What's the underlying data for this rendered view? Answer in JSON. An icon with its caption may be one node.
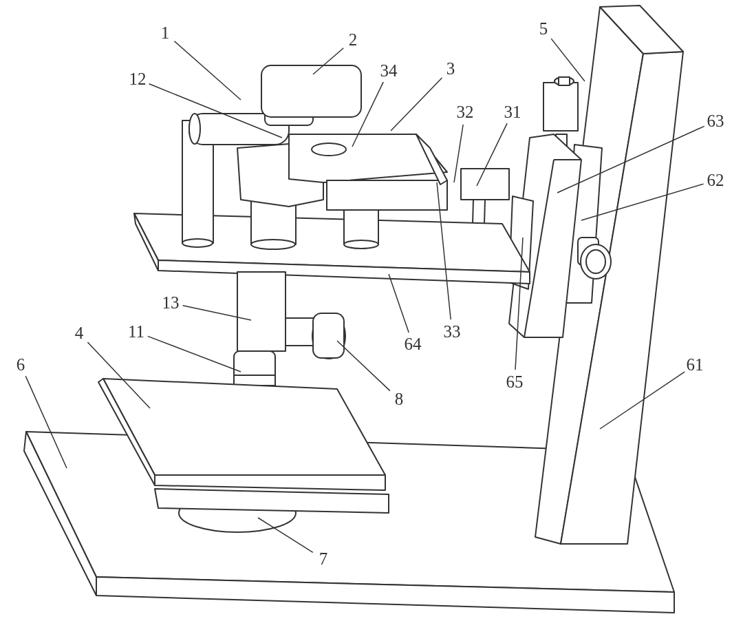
{
  "diagram": {
    "nodes": [
      {
        "text": [
          "5"
        ]
      },
      {
        "text": [
          "1"
        ]
      },
      {
        "text": [
          "2"
        ]
      },
      {
        "text": [
          "3"
        ]
      },
      {
        "text": [
          "34"
        ]
      },
      {
        "text": [
          "12"
        ]
      },
      {
        "text": [
          "32"
        ]
      },
      {
        "text": [
          "31"
        ]
      },
      {
        "text": [
          "63"
        ]
      },
      {
        "text": [
          "62"
        ]
      },
      {
        "text": [
          "13"
        ]
      },
      {
        "text": [
          "11"
        ]
      },
      {
        "text": [
          "4"
        ]
      },
      {
        "text": [
          "33"
        ]
      },
      {
        "text": [
          "64"
        ]
      },
      {
        "text": [
          "61"
        ]
      },
      {
        "text": [
          "6"
        ]
      },
      {
        "text": [
          "65"
        ]
      },
      {
        "text": [
          "8"
        ]
      },
      {
        "text": [
          "7"
        ]
      }
    ],
    "edges": [
      {
        "from": 0,
        "to": null,
        "arrow": "none"
      },
      {
        "from": 1,
        "to": null,
        "arrow": "none"
      },
      {
        "from": 2,
        "to": null,
        "arrow": "none"
      },
      {
        "from": 3,
        "to": null,
        "arrow": "none"
      },
      {
        "from": 4,
        "to": null,
        "arrow": "none"
      },
      {
        "from": 5,
        "to": null,
        "arrow": "none"
      },
      {
        "from": 6,
        "to": null,
        "arrow": "none"
      },
      {
        "from": 7,
        "to": null,
        "arrow": "none"
      },
      {
        "from": 8,
        "to": null,
        "arrow": "none"
      },
      {
        "from": 9,
        "to": null,
        "arrow": "none"
      },
      {
        "from": 10,
        "to": null,
        "arrow": "none"
      },
      {
        "from": 11,
        "to": null,
        "arrow": "none"
      },
      {
        "from": 12,
        "to": null,
        "arrow": "none"
      },
      {
        "from": 13,
        "to": null,
        "arrow": "none"
      },
      {
        "from": 14,
        "to": null,
        "arrow": "none"
      },
      {
        "from": 15,
        "to": null,
        "arrow": "none"
      },
      {
        "from": 16,
        "to": null,
        "arrow": "none"
      },
      {
        "from": 17,
        "to": null,
        "arrow": "none"
      },
      {
        "from": 18,
        "to": null,
        "arrow": "none"
      },
      {
        "from": 19,
        "to": null,
        "arrow": "none"
      }
    ]
  }
}
